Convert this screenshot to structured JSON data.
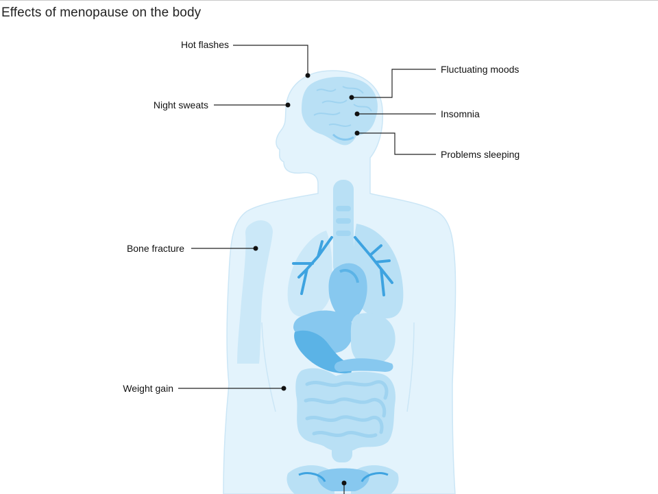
{
  "title": "Effects of menopause on the body",
  "labels": {
    "hot_flashes": "Hot flashes",
    "night_sweats": "Night sweats",
    "fluctuating_moods": "Fluctuating moods",
    "insomnia": "Insomnia",
    "problems_sleeping": "Problems sleeping",
    "bone_fracture": "Bone fracture",
    "weight_gain": "Weight gain"
  },
  "colors": {
    "body": "#e3f3fc",
    "organ_light": "#b9e0f5",
    "organ_mid": "#87c8ef",
    "organ_dark": "#3ea3e0",
    "line": "#222222"
  }
}
